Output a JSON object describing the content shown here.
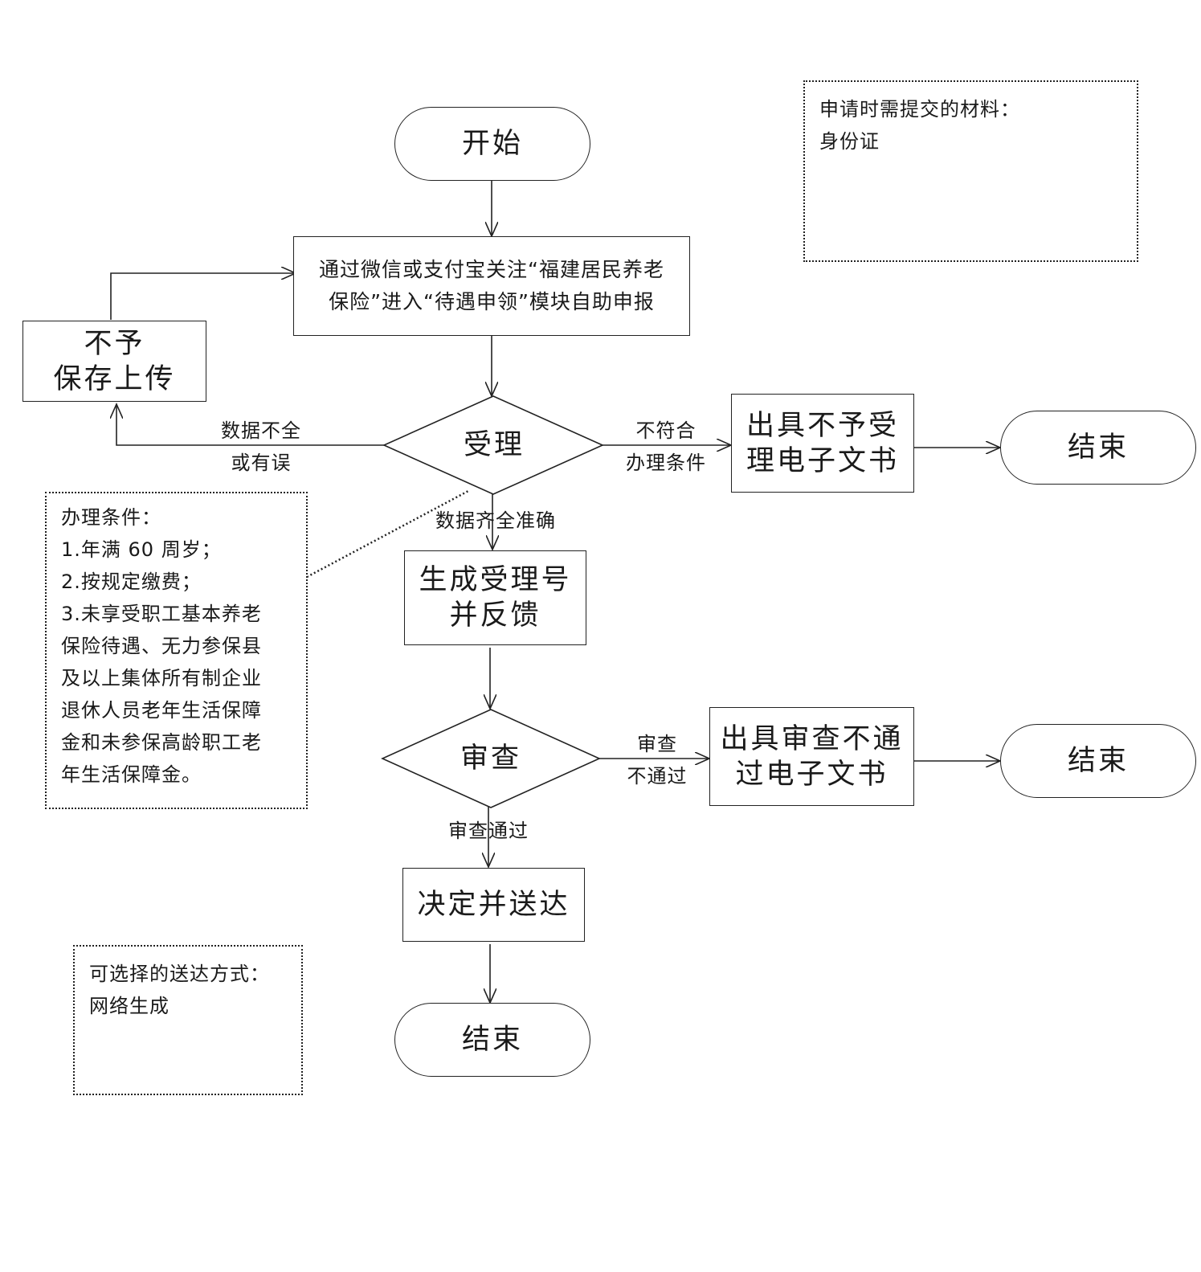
{
  "flowchart": {
    "start": "开始",
    "apply_line1": "通过微信或支付宝关注“福建居民养老",
    "apply_line2": "保险”进入“待遇申领”模块自助申报",
    "reject_upload_line1": "不予",
    "reject_upload_line2": "保存上传",
    "accept": "受理",
    "edge_incomplete_line1": "数据不全",
    "edge_incomplete_line2": "或有误",
    "edge_not_eligible_line1": "不符合",
    "edge_not_eligible_line2": "办理条件",
    "not_accepted_doc_line1": "出具不予受",
    "not_accepted_doc_line2": "理电子文书",
    "end_1": "结束",
    "edge_complete": "数据齐全准确",
    "gen_number_line1": "生成受理号",
    "gen_number_line2": "并反馈",
    "review": "审查",
    "edge_review_fail_line1": "审查",
    "edge_review_fail_line2": "不通过",
    "review_fail_doc_line1": "出具审查不通",
    "review_fail_doc_line2": "过电子文书",
    "end_2": "结束",
    "edge_review_pass": "审查通过",
    "decide": "决定并送达",
    "end_3": "结束"
  },
  "notes": {
    "materials_title": "申请时需提交的材料：",
    "materials_item": "身份证",
    "conditions": [
      "办理条件：",
      "1.年满 60 周岁；",
      "2.按规定缴费；",
      "3.未享受职工基本养老",
      "保险待遇、无力参保县",
      "及以上集体所有制企业",
      "退休人员老年生活保障",
      "金和未参保高龄职工老",
      "年生活保障金。"
    ],
    "delivery_title": "可选择的送达方式：",
    "delivery_item": "网络生成"
  }
}
